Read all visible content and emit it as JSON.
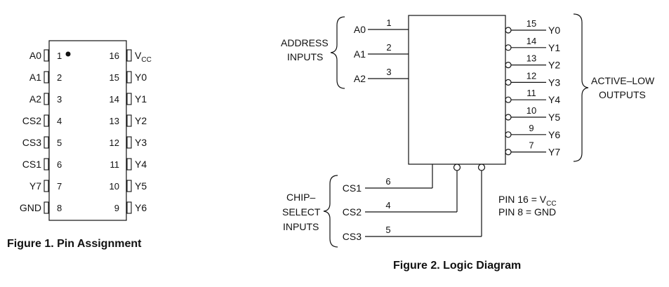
{
  "figure1": {
    "caption": "Figure 1. Pin Assignment",
    "left_pins": [
      {
        "name": "A0",
        "num": "1"
      },
      {
        "name": "A1",
        "num": "2"
      },
      {
        "name": "A2",
        "num": "3"
      },
      {
        "name": "CS2",
        "num": "4"
      },
      {
        "name": "CS3",
        "num": "5"
      },
      {
        "name": "CS1",
        "num": "6"
      },
      {
        "name": "Y7",
        "num": "7"
      },
      {
        "name": "GND",
        "num": "8"
      }
    ],
    "right_pins": [
      {
        "num": "16",
        "name": "V",
        "sub": "CC"
      },
      {
        "num": "15",
        "name": "Y0",
        "sub": ""
      },
      {
        "num": "14",
        "name": "Y1",
        "sub": ""
      },
      {
        "num": "13",
        "name": "Y2",
        "sub": ""
      },
      {
        "num": "12",
        "name": "Y3",
        "sub": ""
      },
      {
        "num": "11",
        "name": "Y4",
        "sub": ""
      },
      {
        "num": "10",
        "name": "Y5",
        "sub": ""
      },
      {
        "num": "9",
        "name": "Y6",
        "sub": ""
      }
    ]
  },
  "figure2": {
    "caption": "Figure 2. Logic Diagram",
    "address_label": [
      "ADDRESS",
      "INPUTS"
    ],
    "address_pins": [
      {
        "name": "A0",
        "num": "1"
      },
      {
        "name": "A1",
        "num": "2"
      },
      {
        "name": "A2",
        "num": "3"
      }
    ],
    "outputs_label": [
      "ACTIVE–LOW",
      "OUTPUTS"
    ],
    "output_pins": [
      {
        "num": "15",
        "name": "Y0"
      },
      {
        "num": "14",
        "name": "Y1"
      },
      {
        "num": "13",
        "name": "Y2"
      },
      {
        "num": "12",
        "name": "Y3"
      },
      {
        "num": "11",
        "name": "Y4"
      },
      {
        "num": "10",
        "name": "Y5"
      },
      {
        "num": "9",
        "name": "Y6"
      },
      {
        "num": "7",
        "name": "Y7"
      }
    ],
    "chip_select_label": [
      "CHIP–",
      "SELECT",
      "INPUTS"
    ],
    "chip_select_pins": [
      {
        "name": "CS1",
        "num": "6"
      },
      {
        "name": "CS2",
        "num": "4"
      },
      {
        "name": "CS3",
        "num": "5"
      }
    ],
    "power_note": {
      "vcc_prefix": "PIN 16 = V",
      "vcc_sub": "CC",
      "gnd": "PIN 8 = GND"
    }
  }
}
